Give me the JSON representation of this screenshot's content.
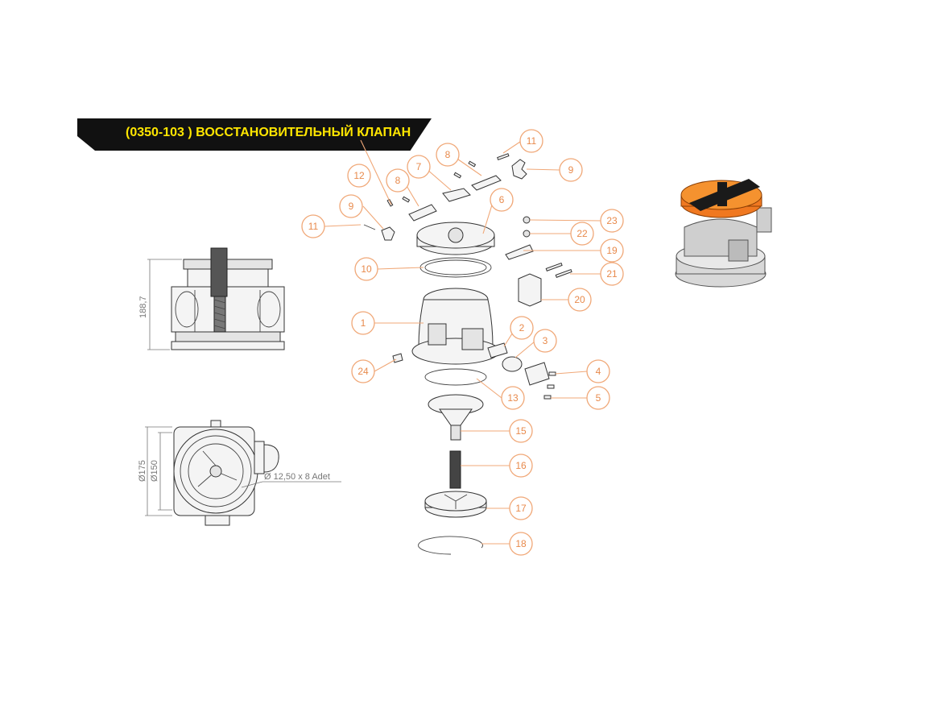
{
  "title": "(0350-103 ) ВОССТАНОВИТЕЛЬНЫЙ КЛАПАН",
  "dimensions": {
    "height": "188,7",
    "outer_diameter": "Ø175",
    "inner_diameter": "Ø150",
    "bolt_holes": "Ø 12,50 x 8 Adet"
  },
  "callouts": {
    "c1": "1",
    "c2": "2",
    "c3": "3",
    "c4": "4",
    "c5": "5",
    "c6": "6",
    "c7": "7",
    "c8a": "8",
    "c8b": "8",
    "c9a": "9",
    "c9b": "9",
    "c10": "10",
    "c11a": "11",
    "c11b": "11",
    "c12": "12",
    "c13": "13",
    "c15": "15",
    "c16": "16",
    "c17": "17",
    "c18": "18",
    "c19": "19",
    "c20": "20",
    "c21": "21",
    "c22": "22",
    "c23": "23",
    "c24": "24"
  },
  "colors": {
    "banner_bg": "#111111",
    "banner_text": "#ffe600",
    "callout": "#e88a4c",
    "handle_orange": "#f07820"
  }
}
